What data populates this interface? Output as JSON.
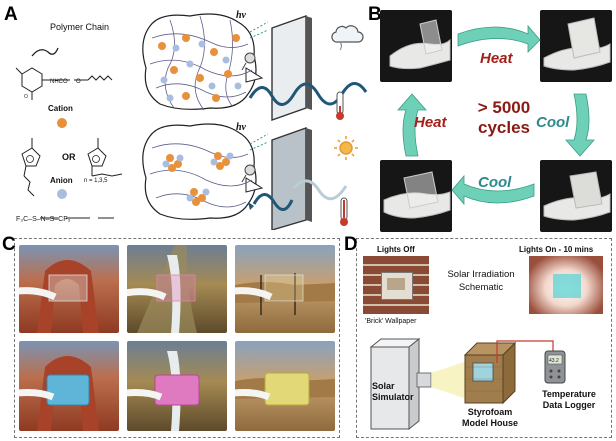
{
  "panels": {
    "a": {
      "label": "A",
      "polymer_chain": "Polymer Chain",
      "cation": "Cation",
      "or": "OR",
      "n_values": "n = 1,3,5",
      "anion": "Anion",
      "hv_top": "hv",
      "hv_bottom": "hv"
    },
    "b": {
      "label": "B",
      "heat_top": "Heat",
      "heat_left": "Heat",
      "cool_right": "Cool",
      "cool_bottom": "Cool",
      "cycles_line1": "> 5000",
      "cycles_line2": "cycles"
    },
    "c": {
      "label": "C"
    },
    "d": {
      "label": "D",
      "lights_off": "Lights Off",
      "lights_on": "Lights On - 10 mins",
      "solar_irradiation_line1": "Solar Irradiation",
      "solar_irradiation_line2": "Schematic",
      "brick_wallpaper": "'Brick' Wallpaper",
      "solar_simulator_line1": "Solar",
      "solar_simulator_line2": "Simulator",
      "model_house_line1": "Styrofoam",
      "model_house_line2": "Model House",
      "logger_line1": "Temperature",
      "logger_line2": "Data Logger",
      "logger_reading": "43.2"
    }
  },
  "colors": {
    "heat_red": "#a3201c",
    "cool_teal": "#2d8a8e",
    "arrow_teal": "#6fd0b8",
    "cation_orange": "#e8903a",
    "anion_blue": "#a9bde0",
    "brick": "#8a4a35"
  }
}
